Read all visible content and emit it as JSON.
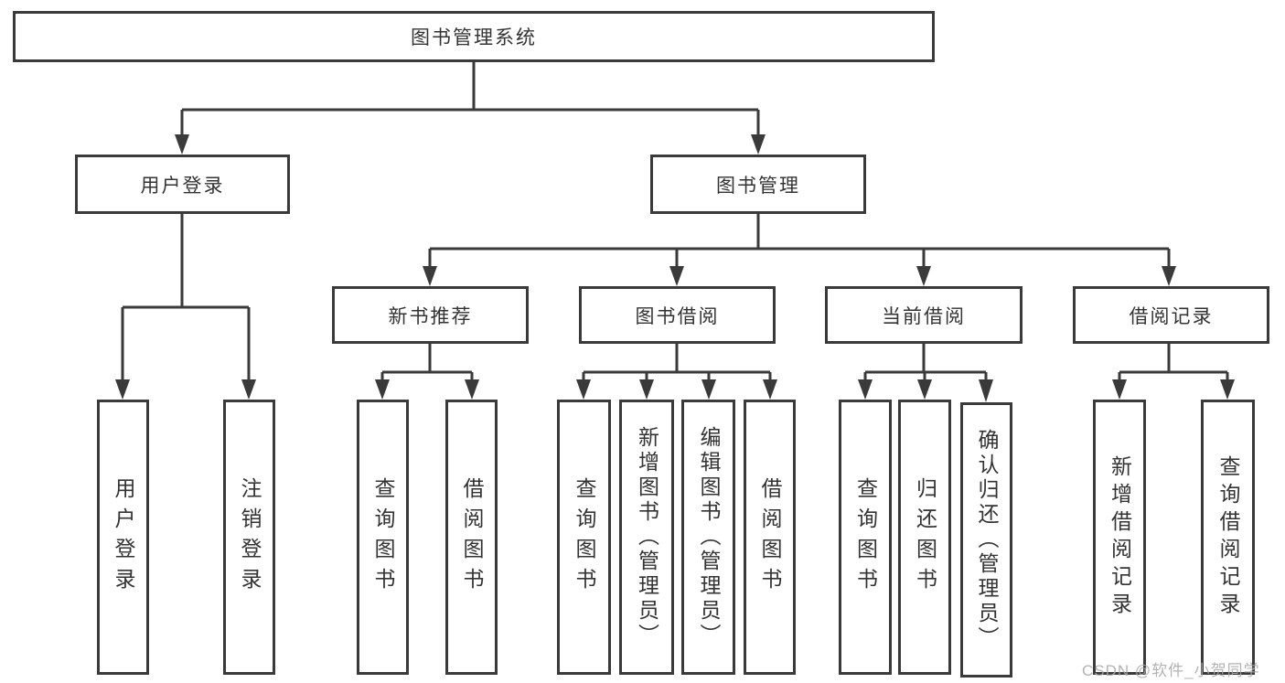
{
  "diagram": {
    "type": "hierarchy",
    "colors": {
      "line": "#3a3a3a",
      "node_border": "#3a3a3a",
      "node_fill": "#ffffff",
      "text": "#333333",
      "watermark": "#a9a9a9",
      "background": "#ffffff"
    },
    "nodes": {
      "root": {
        "label": "图书管理系统"
      },
      "user_login": {
        "label": "用户登录"
      },
      "book_mgmt": {
        "label": "图书管理"
      },
      "new_book": {
        "label": "新书推荐"
      },
      "book_borrow": {
        "label": "图书借阅"
      },
      "current_borrow": {
        "label": "当前借阅"
      },
      "borrow_records": {
        "label": "借阅记录"
      },
      "leaf_user_login": {
        "label": "用户登录"
      },
      "leaf_logout": {
        "label": "注销登录"
      },
      "leaf_nb_query": {
        "label": "查询图书"
      },
      "leaf_nb_borrow": {
        "label": "借阅图书"
      },
      "leaf_bw_query": {
        "label": "查询图书"
      },
      "leaf_bw_add": {
        "label": "新增图书（管理员）"
      },
      "leaf_bw_edit": {
        "label": "编辑图书（管理员）"
      },
      "leaf_bw_borrow": {
        "label": "借阅图书"
      },
      "leaf_cu_query": {
        "label": "查询图书"
      },
      "leaf_cu_return": {
        "label": "归还图书"
      },
      "leaf_cu_confirm": {
        "label": "确认归还（管理员）"
      },
      "leaf_rc_add": {
        "label": "新增借阅记录"
      },
      "leaf_rc_query": {
        "label": "查询借阅记录"
      }
    },
    "edges": [
      {
        "from": "root",
        "to": [
          "user_login",
          "book_mgmt"
        ]
      },
      {
        "from": "user_login",
        "to": [
          "leaf_user_login",
          "leaf_logout"
        ]
      },
      {
        "from": "book_mgmt",
        "to": [
          "new_book",
          "book_borrow",
          "current_borrow",
          "borrow_records"
        ]
      },
      {
        "from": "new_book",
        "to": [
          "leaf_nb_query",
          "leaf_nb_borrow"
        ]
      },
      {
        "from": "book_borrow",
        "to": [
          "leaf_bw_query",
          "leaf_bw_add",
          "leaf_bw_edit",
          "leaf_bw_borrow"
        ]
      },
      {
        "from": "current_borrow",
        "to": [
          "leaf_cu_query",
          "leaf_cu_return",
          "leaf_cu_confirm"
        ]
      },
      {
        "from": "borrow_records",
        "to": [
          "leaf_rc_add",
          "leaf_rc_query"
        ]
      }
    ],
    "watermark": "CSDN @软件_小贺同学"
  }
}
